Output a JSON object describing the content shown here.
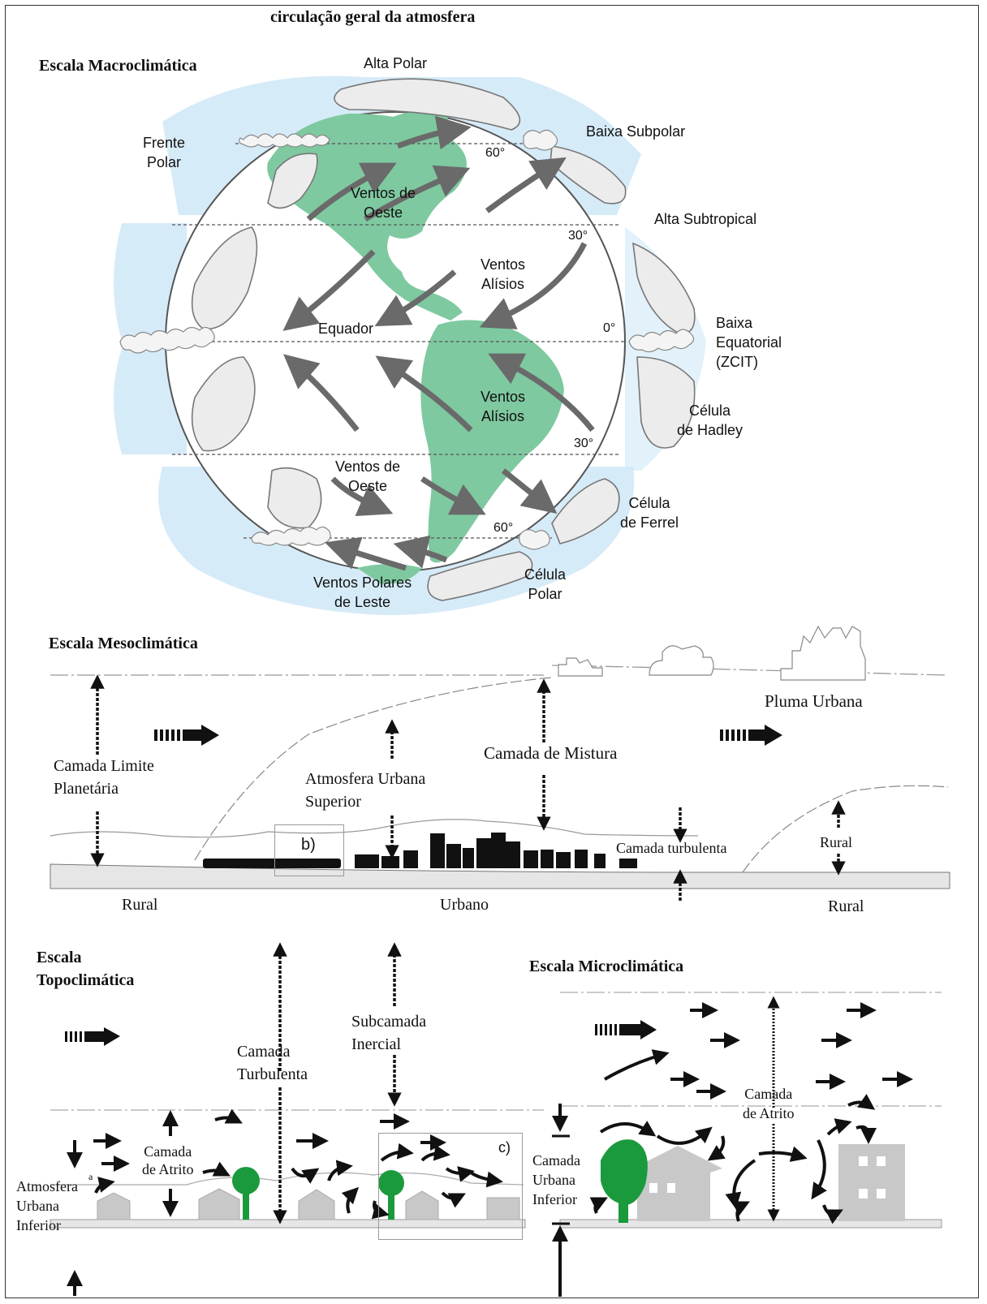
{
  "title": "circulação geral da atmosfera",
  "macro": {
    "heading": "Escala Macroclimática",
    "labels": {
      "alta_polar": "Alta Polar",
      "baixa_subpolar": "Baixa Subpolar",
      "frente_polar": "Frente\nPolar",
      "alta_subtropical": "Alta Subtropical",
      "baixa_equatorial": "Baixa\nEquatorial\n(ZCIT)",
      "celula_hadley": "Célula\nde Hadley",
      "celula_ferrel": "Célula\nde Ferrel",
      "celula_polar": "Célula\nPolar",
      "ventos_oeste_n": "Ventos de\nOeste",
      "ventos_alisios_n": "Ventos\nAlísios",
      "ventos_alisios_s": "Ventos\nAlísios",
      "ventos_oeste_s": "Ventos de\nOeste",
      "ventos_polares": "Ventos Polares\nde Leste",
      "equador": "Equador",
      "lat_60n": "60°",
      "lat_30n": "30°",
      "lat_0": "0°",
      "lat_30s": "30°",
      "lat_60s": "60°"
    },
    "colors": {
      "land": "#7fc9a0",
      "sky": "#cfe8f7",
      "cell": "#ececec",
      "arrow": "#6a6a6a"
    }
  },
  "meso": {
    "heading": "Escala Mesoclimática",
    "labels": {
      "pluma": "Pluma Urbana",
      "camada_limite": "Camada Limite\nPlanetária",
      "atm_urbana_sup": "Atmosfera Urbana\nSuperior",
      "camada_mistura": "Camada de Mistura",
      "camada_turbulenta": "Camada turbulenta",
      "rural_small": "Rural",
      "b_label": "b)",
      "rural_left": "Rural",
      "urbano": "Urbano",
      "rural_right": "Rural"
    }
  },
  "topo": {
    "heading": "Escala\nTopoclimática",
    "labels": {
      "camada_turbulenta": "Camada\nTurbulenta",
      "subcamada_inercial": "Subcamada\nInercial",
      "camada_atrito": "Camada\nde Atrito",
      "atm_urbana_inf": "Atmosfera\nUrbana\nInferior",
      "a_mark": "a",
      "c_label": "c)"
    },
    "colors": {
      "tree": "#1a9a3c",
      "house": "#c8c8c8"
    }
  },
  "micro": {
    "heading": "Escala Microclimática",
    "labels": {
      "camada_atrito": "Camada\nde Atrito",
      "camada_urbana_inf": "Camada\nUrbana\nInferior"
    }
  }
}
